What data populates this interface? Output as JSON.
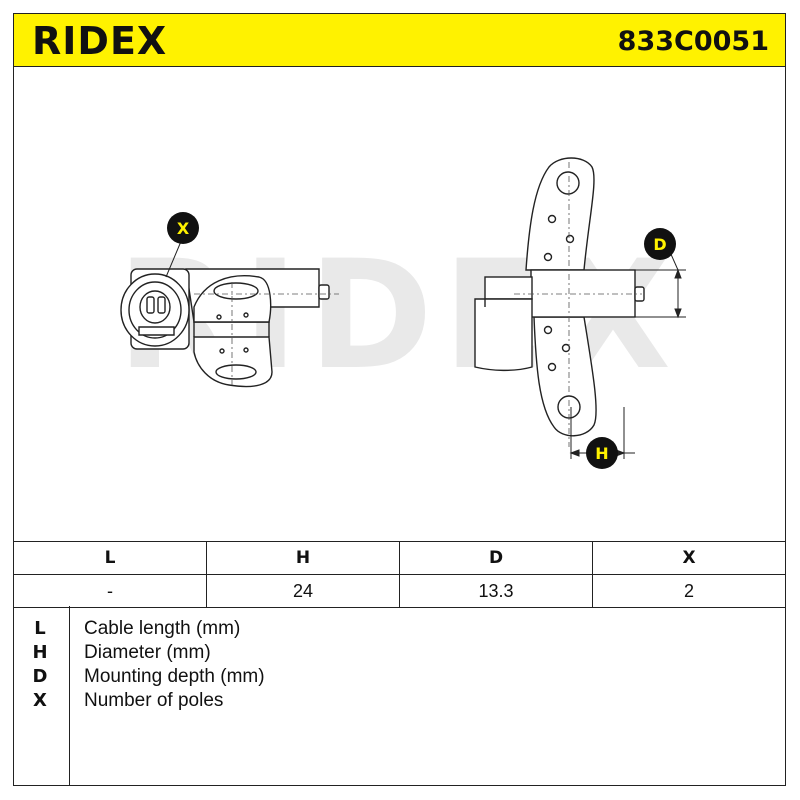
{
  "header": {
    "brand": "RIDEX",
    "part_number": "833C0051"
  },
  "drawing": {
    "watermark": "RIDEX",
    "callouts": [
      "X",
      "D",
      "H"
    ]
  },
  "specs": {
    "columns": [
      "L",
      "H",
      "D",
      "X"
    ],
    "values": [
      "-",
      "24",
      "13.3",
      "2"
    ]
  },
  "legend": [
    {
      "key": "L",
      "desc": "Cable length (mm)"
    },
    {
      "key": "H",
      "desc": "Diameter (mm)"
    },
    {
      "key": "D",
      "desc": "Mounting depth (mm)"
    },
    {
      "key": "X",
      "desc": "Number of poles"
    }
  ],
  "colors": {
    "header_bg": "#fff200",
    "callout_fill": "#fff200",
    "callout_bg": "#111111",
    "watermark": "#e9e9e9"
  }
}
